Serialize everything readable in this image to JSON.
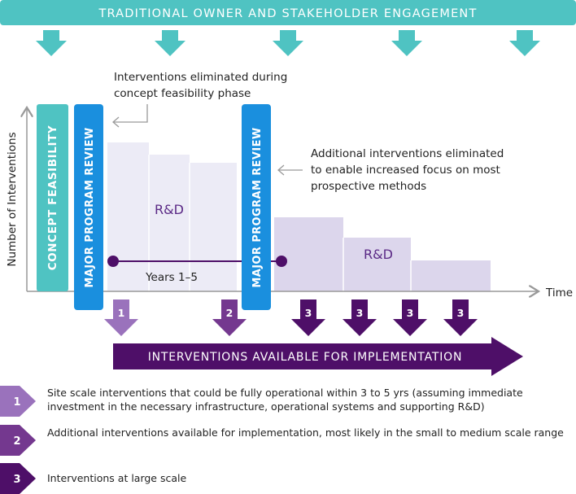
{
  "banner": {
    "text": "TRADITIONAL OWNER AND STAKEHOLDER ENGAGEMENT"
  },
  "annotations": {
    "concept_elim": [
      "Interventions eliminated during",
      "concept feasibility phase"
    ],
    "additional_elim": [
      "Additional interventions eliminated",
      "to enable increased focus on most",
      "prospective methods"
    ]
  },
  "axes": {
    "y_label": "Number of Interventions",
    "x_label": "Time"
  },
  "columns": {
    "concept_feasibility": "CONCEPT FEASIBILITY",
    "major_review_1": "MAJOR PROGRAM REVIEW",
    "major_review_2": "MAJOR PROGRAM REVIEW"
  },
  "blocks": {
    "rd_1": "R&D",
    "rd_2": "R&D",
    "years": "Years 1–5"
  },
  "markers": {
    "m1": "1",
    "m2": "2",
    "m3": "3"
  },
  "implementation": {
    "text": "INTERVENTIONS AVAILABLE FOR IMPLEMENTATION"
  },
  "legend": [
    {
      "num": "1",
      "text": "Site scale interventions that could be fully operational within 3 to 5 yrs (assuming immediate investment in the necessary infrastructure, operational systems and supporting R&D)"
    },
    {
      "num": "2",
      "text": "Additional interventions available for implementation, most likely in the small to medium scale range"
    },
    {
      "num": "3",
      "text": "Interventions at large scale"
    }
  ],
  "colors": {
    "teal": "#4fc3c2",
    "blue": "#1a8fde",
    "light_purple_1": "#ecebf6",
    "light_purple_2": "#dcd6ec",
    "purple_1": "#9a72bc",
    "purple_2": "#74388f",
    "purple_3": "#4e0f68",
    "rd_text": "#5b2a86"
  }
}
